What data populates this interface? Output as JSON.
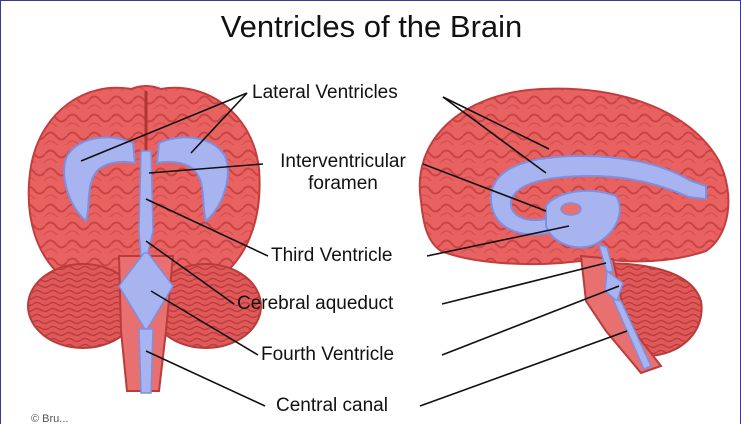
{
  "title": "Ventricles of the Brain",
  "labels": {
    "lateral": "Lateral Ventricles",
    "interventricular_1": "Interventricular",
    "interventricular_2": "foramen",
    "third": "Third Ventricle",
    "aqueduct": "Cerebral aqueduct",
    "fourth": "Fourth Ventricle",
    "canal": "Central canal"
  },
  "credit": "© Bru...",
  "colors": {
    "brain": "#e85c5c",
    "brain_dark": "#c43d3d",
    "ventricle": "#a8b4f0",
    "ventricle_edge": "#7f8fe0",
    "border": "#3a3a8c"
  }
}
